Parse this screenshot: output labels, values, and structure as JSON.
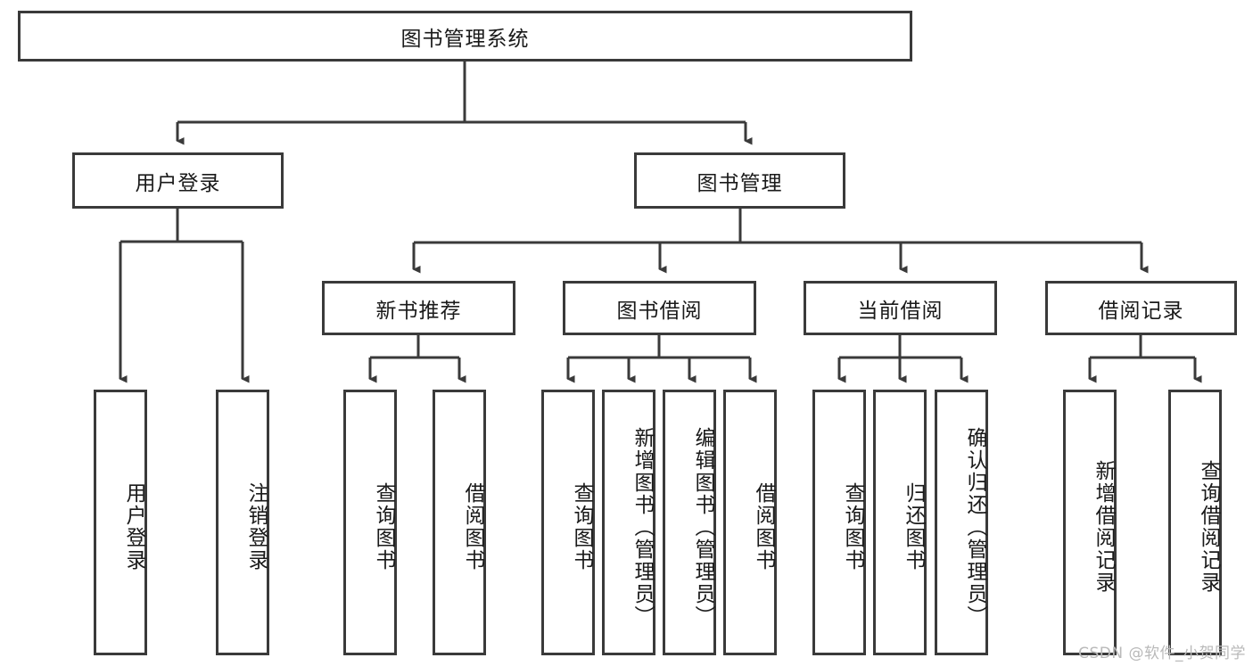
{
  "diagram": {
    "title": "图书管理系统",
    "type": "tree-hierarchy-chart",
    "watermark": "CSDN @软件_小贺同学",
    "colors": {
      "box_border": "#3a3a3a",
      "box_fill": "#ffffff",
      "edge": "#3a3a3a",
      "text": "#1a1a1a",
      "watermark": "#b9b9b9"
    }
  },
  "nodes": {
    "root": {
      "label": "图书管理系统"
    },
    "level2": [
      {
        "label": "用户登录"
      },
      {
        "label": "图书管理"
      }
    ],
    "level3": [
      {
        "label": "新书推荐"
      },
      {
        "label": "图书借阅"
      },
      {
        "label": "当前借阅"
      },
      {
        "label": "借阅记录"
      }
    ],
    "leaves": {
      "user_login": [
        {
          "label": "用户登录"
        },
        {
          "label": "注销登录"
        }
      ],
      "new_book_recommend": [
        {
          "label": "查询图书"
        },
        {
          "label": "借阅图书"
        }
      ],
      "book_borrow": [
        {
          "label": "查询图书"
        },
        {
          "label": "新增图书（管理员）"
        },
        {
          "label": "编辑图书（管理员）"
        },
        {
          "label": "借阅图书"
        }
      ],
      "current_borrow": [
        {
          "label": "查询图书"
        },
        {
          "label": "归还图书"
        },
        {
          "label": "确认归还（管理员）"
        }
      ],
      "borrow_record": [
        {
          "label": "新增借阅记录"
        },
        {
          "label": "查询借阅记录"
        }
      ]
    }
  },
  "chart_data": {
    "type": "tree",
    "title": "图书管理系统",
    "root": "图书管理系统",
    "edges": [
      [
        "图书管理系统",
        "用户登录"
      ],
      [
        "图书管理系统",
        "图书管理"
      ],
      [
        "用户登录",
        "用户登录"
      ],
      [
        "用户登录",
        "注销登录"
      ],
      [
        "图书管理",
        "新书推荐"
      ],
      [
        "图书管理",
        "图书借阅"
      ],
      [
        "图书管理",
        "当前借阅"
      ],
      [
        "图书管理",
        "借阅记录"
      ],
      [
        "新书推荐",
        "查询图书"
      ],
      [
        "新书推荐",
        "借阅图书"
      ],
      [
        "图书借阅",
        "查询图书"
      ],
      [
        "图书借阅",
        "新增图书（管理员）"
      ],
      [
        "图书借阅",
        "编辑图书（管理员）"
      ],
      [
        "图书借阅",
        "借阅图书"
      ],
      [
        "当前借阅",
        "查询图书"
      ],
      [
        "当前借阅",
        "归还图书"
      ],
      [
        "当前借阅",
        "确认归还（管理员）"
      ],
      [
        "借阅记录",
        "新增借阅记录"
      ],
      [
        "借阅记录",
        "查询借阅记录"
      ]
    ],
    "levels": 4
  }
}
